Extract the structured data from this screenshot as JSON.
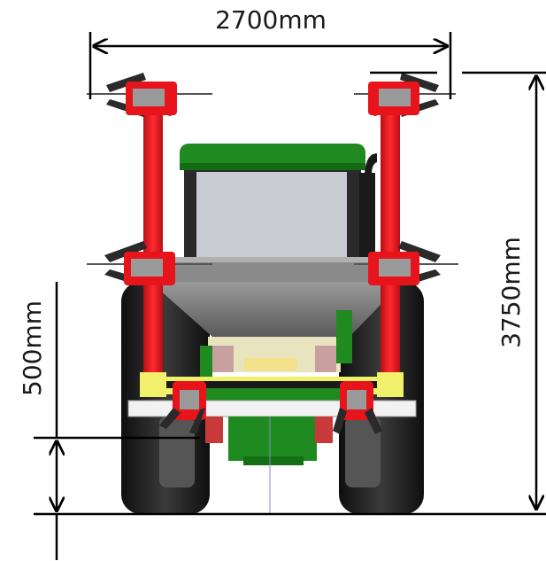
{
  "dimensions": {
    "width_label": "2700mm",
    "height_label": "3750mm",
    "clearance_label": "500mm"
  },
  "colors": {
    "frame_red": "#e8141c",
    "tractor_green": "#1f8a1f",
    "cab_glass": "#c9ccd2",
    "hopper_grey": "#7a7a7a",
    "tire_black": "#1e1e1e",
    "dimension_line": "#000000"
  }
}
